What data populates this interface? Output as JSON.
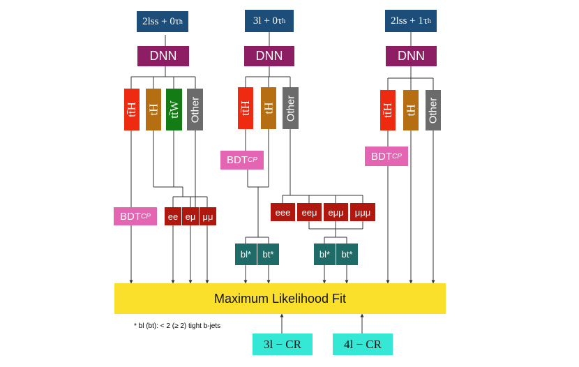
{
  "channels": {
    "left": {
      "label": "2lss + 0τ",
      "sub": "h"
    },
    "middle": {
      "label": "3l + 0τ",
      "sub": "h"
    },
    "right": {
      "label": "2lss + 1τ",
      "sub": "h"
    }
  },
  "dnn_label": "DNN",
  "categories": {
    "tth": "tt̄H",
    "th": "tH",
    "ttw": "tt̄W",
    "other": "Other"
  },
  "bdt": {
    "main": "BDT",
    "sub": "CP"
  },
  "flavors_2l": [
    "ee",
    "eμ",
    "μμ"
  ],
  "flavors_3l": [
    "eee",
    "eeμ",
    "eμμ",
    "μμμ"
  ],
  "btag": [
    "bl*",
    "bt*"
  ],
  "fit_label": "Maximum Likelihood Fit",
  "footnote": "* bl (bt): < 2 (≥ 2) tight b-jets",
  "control_regions": [
    "3l − CR",
    "4l − CR"
  ]
}
